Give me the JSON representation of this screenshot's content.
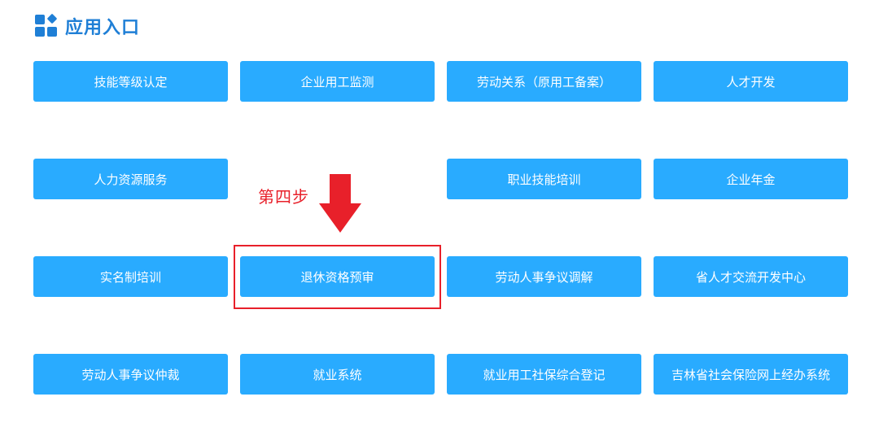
{
  "header": {
    "title": "应用入口",
    "icon": "app-grid-icon",
    "color": "#1f7fd6"
  },
  "tiles": {
    "r1c1": "技能等级认定",
    "r1c2": "企业用工监测",
    "r1c3": "劳动关系（原用工备案）",
    "r1c4": "人才开发",
    "r2c1": "人力资源服务",
    "r2c3": "职业技能培训",
    "r2c4": "企业年金",
    "r3c1": "实名制培训",
    "r3c2": "退休资格预审",
    "r3c3": "劳动人事争议调解",
    "r3c4": "省人才交流开发中心",
    "r4c1": "劳动人事争议仲裁",
    "r4c2": "就业系统",
    "r4c3": "就业用工社保综合登记",
    "r4c4": "吉林省社会保险网上经办系统"
  },
  "annotation": {
    "step_text": "第四步",
    "color": "#e8202a",
    "arrow_icon": "down-arrow-icon"
  },
  "colors": {
    "tile_bg": "#29abff",
    "tile_text": "#ffffff"
  }
}
